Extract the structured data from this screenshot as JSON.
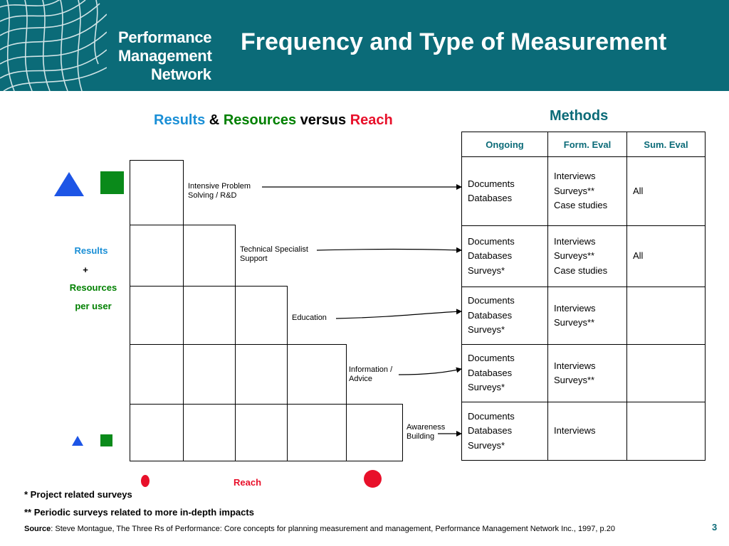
{
  "header": {
    "logo_line1": "Performance",
    "logo_line2": "Management",
    "logo_line3": "Network",
    "title": "Frequency and Type of Measurement"
  },
  "subtitle": {
    "part1": "Results",
    "part2": " & ",
    "part3": "Resources",
    "part4": " versus ",
    "part5": "Reach"
  },
  "methods_title": "Methods",
  "side": {
    "results": "Results",
    "plus": "+",
    "resources": "Resources",
    "per_user": "per user",
    "reach": "Reach"
  },
  "levels": [
    {
      "label": "Intensive Problem Solving / R&D"
    },
    {
      "label": "Technical Specialist Support"
    },
    {
      "label": "Education"
    },
    {
      "label": "Information / Advice"
    },
    {
      "label": "Awareness Building"
    }
  ],
  "table": {
    "headers": [
      "Ongoing",
      "Form. Eval",
      "Sum. Eval"
    ],
    "rows": [
      {
        "ongoing": [
          "Documents",
          "Databases"
        ],
        "form": [
          "Interviews",
          "Surveys**",
          "Case studies"
        ],
        "sum": "All"
      },
      {
        "ongoing": [
          "Documents",
          "Databases",
          "Surveys*"
        ],
        "form": [
          "Interviews",
          "Surveys**",
          "Case studies"
        ],
        "sum": "All"
      },
      {
        "ongoing": [
          "Documents",
          "Databases",
          "Surveys*"
        ],
        "form": [
          "Interviews",
          "Surveys**"
        ],
        "sum": ""
      },
      {
        "ongoing": [
          "Documents",
          "Databases",
          "Surveys*"
        ],
        "form": [
          "Interviews",
          "Surveys**"
        ],
        "sum": ""
      },
      {
        "ongoing": [
          "Documents",
          "Databases",
          "Surveys*"
        ],
        "form": [
          "Interviews"
        ],
        "sum": ""
      }
    ]
  },
  "footnotes": {
    "note1": "* Project related surveys",
    "note2": "** Periodic surveys related to more in-depth impacts",
    "source_label": "Source",
    "source_text": ":  Steve Montague, The Three Rs of Performance:  Core concepts for planning measurement and management, Performance Management Network Inc., 1997, p.20",
    "page_number": "3"
  },
  "colors": {
    "teal": "#0b6b78",
    "results_blue": "#1a8fd6",
    "resources_green": "#008000",
    "reach_red": "#e8102a",
    "triangle_blue": "#1d55e6",
    "square_green": "#0a8a1a"
  },
  "icons": [
    "triangle-icon",
    "square-icon",
    "circle-icon",
    "arrow-icon"
  ]
}
